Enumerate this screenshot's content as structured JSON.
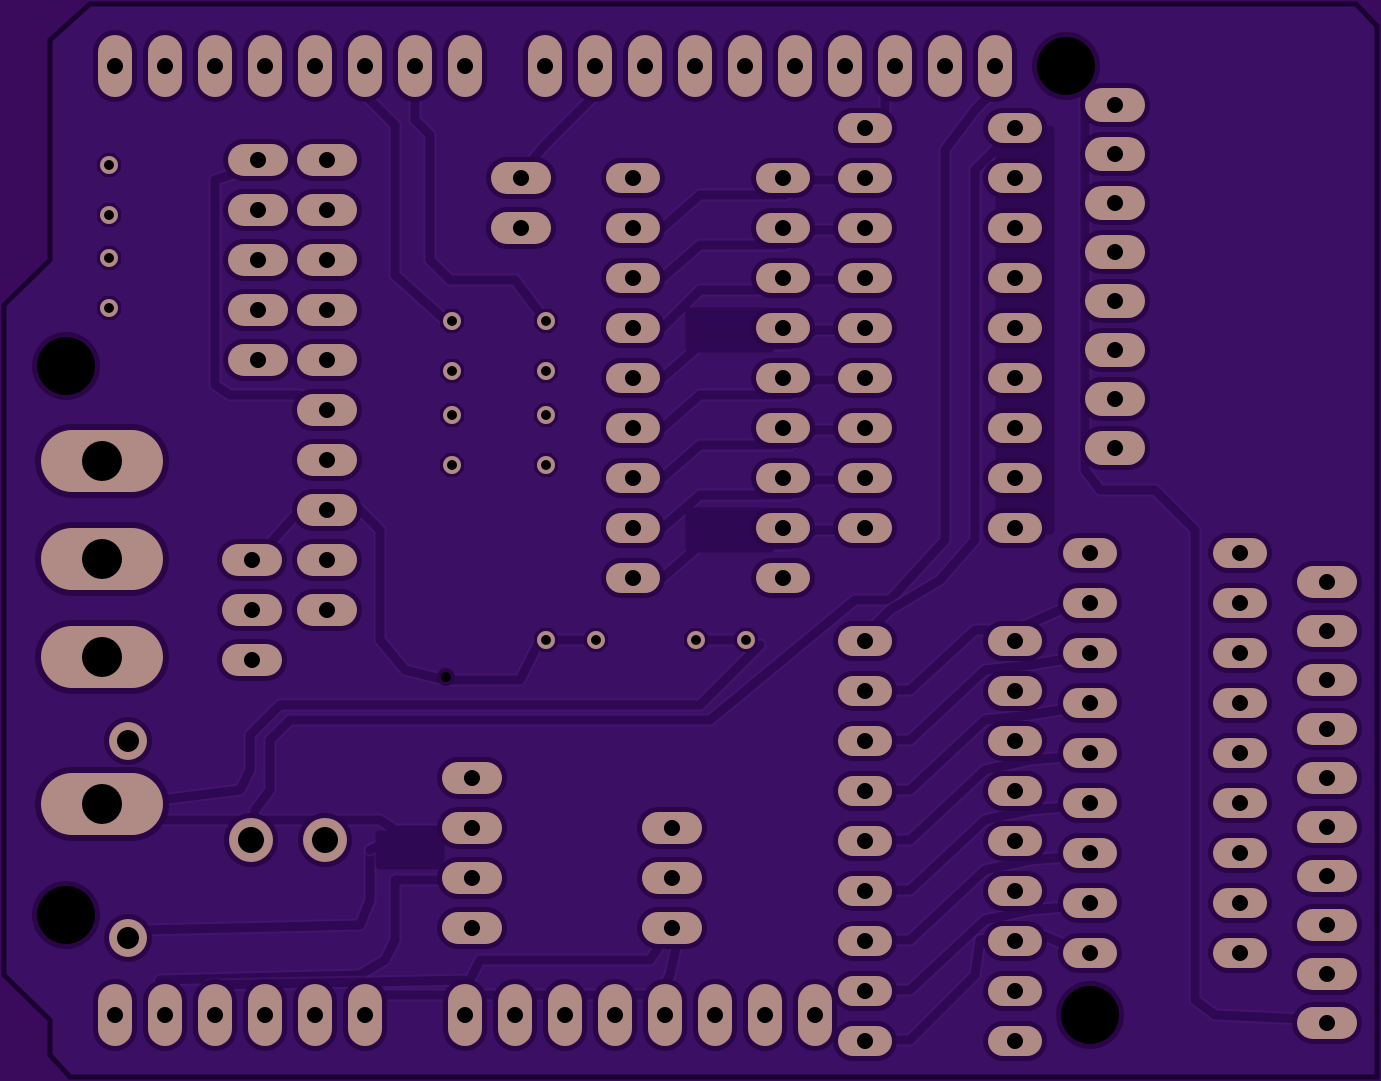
{
  "board": {
    "type": "Arduino shield PCB (bottom layer render)",
    "colors": {
      "background": "#3a0a5c",
      "board": "#3b0f63",
      "outline": "#1a0230",
      "trace": "#2e0852",
      "trace_edge": "#4a1a78",
      "pad": "#b08a84",
      "pad_edge": "#2a0648",
      "drill": "#000000"
    },
    "headers": [
      "header-top-left-8pin",
      "header-top-right-10pin",
      "header-bottom-left-6pin",
      "header-bottom-right-8pin",
      "header-icsp-left-2x5",
      "header-right-2x8",
      "header-right-2x9"
    ],
    "components": [
      "ic-dip-18-left",
      "ic-dip-18-right",
      "power-jack",
      "regulator-3pin",
      "crystal",
      "capacitor"
    ],
    "mounting_holes": 4,
    "vias": 17
  }
}
